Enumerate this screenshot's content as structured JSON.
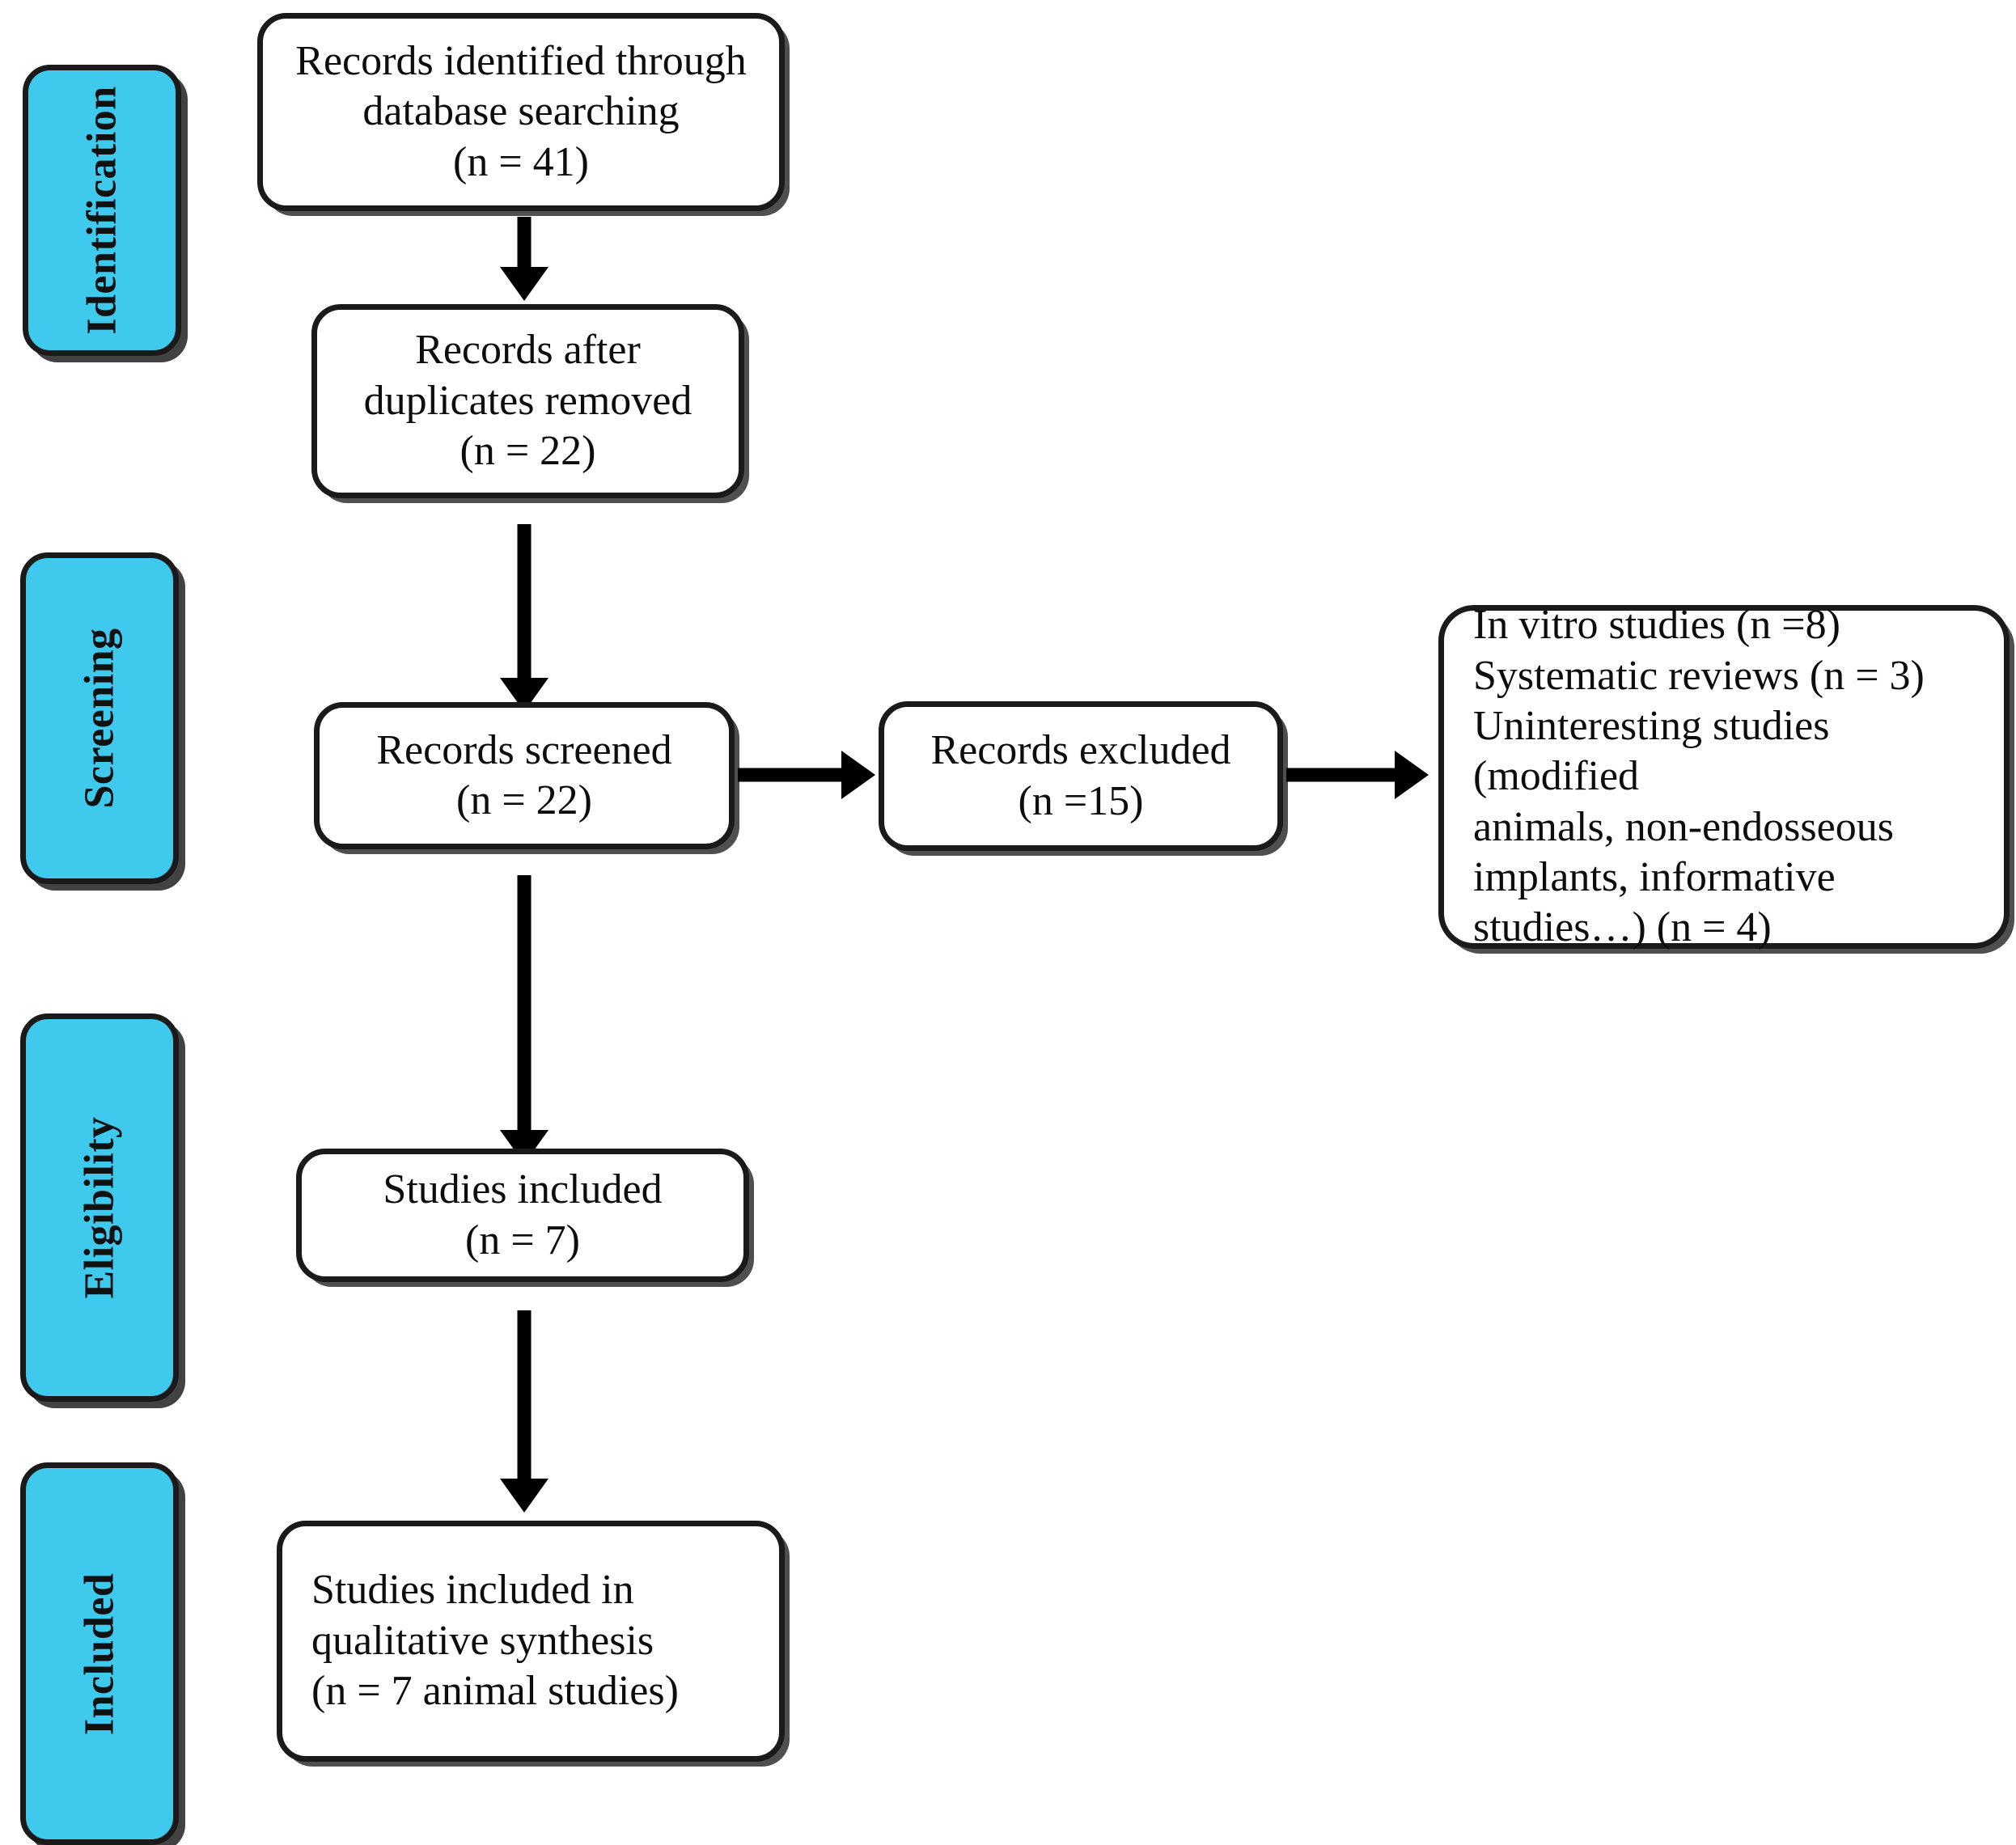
{
  "diagram": {
    "title": "PRISMA flow diagram",
    "type": "prisma-flowchart",
    "accent_color": "#3fc9ed",
    "box_border_color": "#1a1a1a",
    "background_color": "#ffffff",
    "text_color": "#0d0d0d"
  },
  "stages": [
    {
      "id": "identification",
      "label": "Identification"
    },
    {
      "id": "screening",
      "label": "Screening"
    },
    {
      "id": "eligibility",
      "label": "Eligibility"
    },
    {
      "id": "included",
      "label": "Included"
    }
  ],
  "boxes": {
    "records_identified": {
      "id": "records-identified",
      "text": "Records identified through\ndatabase searching\n(n = 41)",
      "count": 41
    },
    "records_after_duplicates": {
      "id": "records-after-duplicates-removed",
      "text": "Records after\nduplicates removed\n(n = 22)",
      "count": 22
    },
    "records_screened": {
      "id": "records-screened",
      "text": "Records screened\n(n = 22)",
      "count": 22
    },
    "records_excluded": {
      "id": "records-excluded",
      "text": "Records excluded\n(n =15)",
      "count": 15
    },
    "exclusion_reasons": {
      "id": "exclusion-reasons",
      "text": "In vitro studies (n =8)\nSystematic reviews (n = 3)\nUninteresting studies (modified\nanimals, non-endosseous\nimplants, informative\nstudies…) (n = 4)",
      "reasons": [
        {
          "label": "In vitro studies",
          "count": 8
        },
        {
          "label": "Systematic reviews",
          "count": 3
        },
        {
          "label": "Uninteresting studies (modified animals, non-endosseous implants, informative studies…)",
          "count": 4
        }
      ]
    },
    "studies_included": {
      "id": "studies-included",
      "text": "Studies included\n(n = 7)",
      "count": 7
    },
    "studies_included_qualitative": {
      "id": "studies-included-qualitative-synthesis",
      "text": "Studies included in\nqualitative synthesis\n(n = 7 animal studies)",
      "count": 7
    }
  },
  "arrows": [
    {
      "id": "identified-to-duplicates",
      "from": "records_identified",
      "to": "records_after_duplicates",
      "direction": "down"
    },
    {
      "id": "duplicates-to-screened",
      "from": "records_after_duplicates",
      "to": "records_screened",
      "direction": "down"
    },
    {
      "id": "screened-to-excluded",
      "from": "records_screened",
      "to": "records_excluded",
      "direction": "right"
    },
    {
      "id": "excluded-to-reasons",
      "from": "records_excluded",
      "to": "exclusion_reasons",
      "direction": "right"
    },
    {
      "id": "screened-to-studies-included",
      "from": "records_screened",
      "to": "studies_included",
      "direction": "down"
    },
    {
      "id": "studies-included-to-qualitative",
      "from": "studies_included",
      "to": "studies_included_qualitative",
      "direction": "down"
    }
  ]
}
